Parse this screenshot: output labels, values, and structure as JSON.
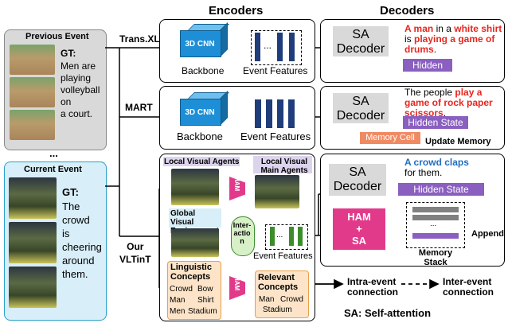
{
  "headers": {
    "encoders": "Encoders",
    "decoders": "Decoders"
  },
  "previous_event": {
    "title": "Previous Event",
    "gt_label": "GT:",
    "gt_lines": [
      "Men are",
      "playing",
      "volleyball",
      "on",
      "a court."
    ]
  },
  "ellipsis": "...",
  "current_event": {
    "title": "Current Event",
    "gt_label": "GT:",
    "gt_lines": [
      "The",
      "crowd",
      "is",
      "cheering",
      "around",
      "them."
    ]
  },
  "methods": {
    "transxl": "Trans.XL",
    "mart": "MART",
    "ours_line1": "Our",
    "ours_line2": "VLTinT"
  },
  "encoder": {
    "cnn": "3D CNN",
    "backbone": "Backbone",
    "event_features": "Event Features",
    "dots": "..."
  },
  "vltint": {
    "local_agents": "Local Visual Agents",
    "local_main_agents": "Local Visual Main Agents",
    "ham": "HAM",
    "global_env": "Global Visual Environment",
    "interaction": "Inter-action",
    "linguistic": "Linguistic Concepts",
    "concepts": [
      "Crowd",
      "Bow",
      "Man",
      "Shirt",
      "Men",
      "Stadium"
    ],
    "relevant": "Relevant Concepts",
    "relevant_words": [
      "Man",
      "Crowd",
      "Stadium"
    ],
    "event_features": "Event Features"
  },
  "decoders": {
    "sa_decoder": "SA Decoder",
    "hidden_state": "Hidden State",
    "memory_cell": "Memory Cell",
    "update_memory": "Update Memory",
    "append": "Append",
    "memory_stack": "Memory Stack",
    "ham_sa_line1": "HAM",
    "ham_sa_line2": "+",
    "ham_sa_line3": "SA",
    "cap1": {
      "a": "A man",
      "b": " in a ",
      "c": "white shirt",
      "d": " is ",
      "e": "playing a game of drums",
      "f": "."
    },
    "cap2": {
      "a": "The people ",
      "b": "play a game of rock paper scissors",
      "c": "."
    },
    "cap3": {
      "a": "A crowd claps",
      "b": "for them",
      "c": "."
    }
  },
  "legend": {
    "intra": "Intra-event connection",
    "inter": "Inter-event connection",
    "sa": "SA: Self-attention"
  },
  "colors": {
    "red": "#e8251e",
    "blue": "#1f6fc0",
    "purple": "#8a5fc0",
    "cnn": "#1e8fd6",
    "feature": "#1f3d7a",
    "memory_cell": "#f08a62",
    "ham": "#e23a8b",
    "green": "#3c8c2c"
  }
}
